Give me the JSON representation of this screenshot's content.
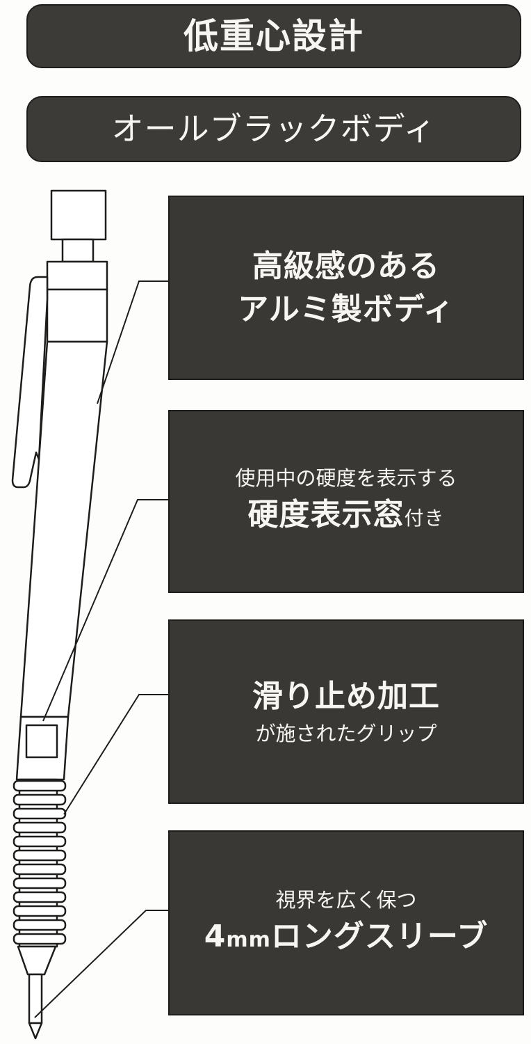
{
  "headers": {
    "low_center_of_gravity": "低重心設計",
    "all_black_body": "オールブラックボディ"
  },
  "features": {
    "aluminum": {
      "line1": "高級感のある",
      "line2": "アルミ製ボディ"
    },
    "hardness": {
      "line1": "使用中の硬度を表示する",
      "line2_main": "硬度表示窓",
      "line2_suffix": "付き"
    },
    "grip": {
      "line1": "滑り止め加工",
      "line2": "が施されたグリップ"
    },
    "sleeve": {
      "line1": "視界を広く保つ",
      "line2_num": "4",
      "line2_unit": "mm",
      "line2_rest": "ロングスリーブ"
    }
  },
  "colors": {
    "panel": "#3a3835",
    "panel_text": "#f7f6f2",
    "line": "#1e1d1b",
    "background": "#fdfdfb"
  },
  "illustration": "mechanical-pencil"
}
